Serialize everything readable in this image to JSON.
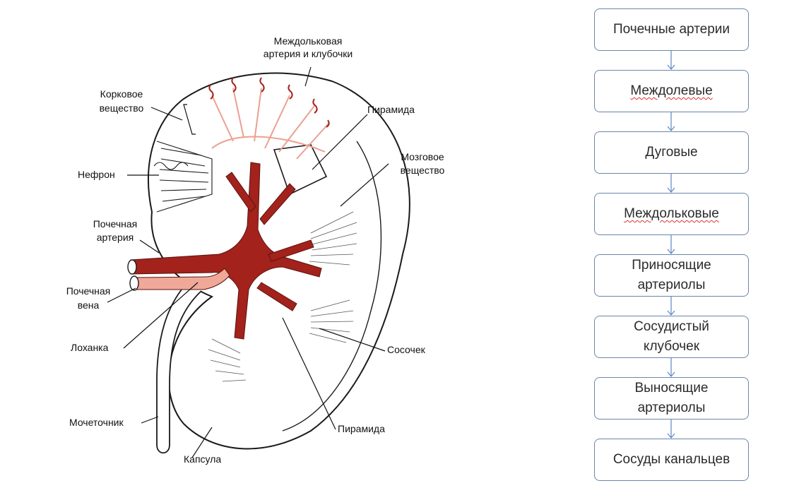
{
  "figure": {
    "labels": {
      "interlobular_artery": [
        "Междольковая",
        "артерия и клубочки"
      ],
      "cortex": [
        "Корковое",
        "вещество"
      ],
      "pyramid_top": "Пирамида",
      "medulla": [
        "Мозговое",
        "вещество"
      ],
      "nephron": "Нефрон",
      "renal_artery": [
        "Почечная",
        "артерия"
      ],
      "renal_vein": [
        "Почечная",
        "вена"
      ],
      "pelvis": "Лоханка",
      "papilla": "Сосочек",
      "ureter": "Мочеточник",
      "pyramid_bottom": "Пирамида",
      "capsule": "Капсула"
    },
    "colors": {
      "artery": "#a3221c",
      "vein": "#f0a898",
      "outline": "#1a1a1a"
    }
  },
  "flow": {
    "steps": [
      {
        "lines": [
          "Почечные артерии"
        ],
        "misspelled": false
      },
      {
        "lines": [
          "Междолевые"
        ],
        "misspelled": true
      },
      {
        "lines": [
          "Дуговые"
        ],
        "misspelled": false
      },
      {
        "lines": [
          "Междольковые"
        ],
        "misspelled": true
      },
      {
        "lines": [
          "Приносящие",
          "артериолы"
        ],
        "misspelled": false
      },
      {
        "lines": [
          "Сосудистый",
          "клубочек"
        ],
        "misspelled": false
      },
      {
        "lines": [
          "Выносящие",
          "артериолы"
        ],
        "misspelled": false
      },
      {
        "lines": [
          "Сосуды канальцев"
        ],
        "misspelled": false
      }
    ],
    "colors": {
      "box_border": "#6b86aa",
      "arrow": "#5b86c4",
      "text": "#2b2b2b"
    }
  }
}
